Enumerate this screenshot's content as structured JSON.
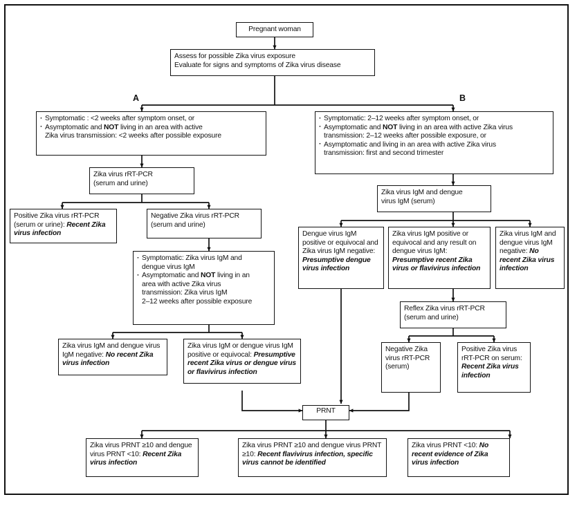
{
  "figure": {
    "type": "clinical-algorithm-flowchart",
    "branch_labels": {
      "a": "A",
      "b": "B"
    }
  },
  "nodes": {
    "pregnant_woman": "Pregnant woman",
    "assess_line1": "Assess for possible Zika virus exposure",
    "assess_line2": "Evaluate for signs and symptoms of Zika virus disease",
    "branch_a_b1": "Symptomatic : <2 weeks after symptom onset, or",
    "branch_a_b2_p1": "Asymptomatic and ",
    "branch_a_b2_bold": "NOT",
    "branch_a_b2_p2": " living in an area with active",
    "branch_a_b2_p3": "Zika virus transmission: <2 weeks after possible exposure",
    "branch_b_b1": "Symptomatic: 2–12 weeks after symptom onset, or",
    "branch_b_b2_p1": "Asymptomatic and ",
    "branch_b_b2_bold": "NOT",
    "branch_b_b2_p2": " living in an area with active Zika virus",
    "branch_b_b2_p3": "transmission: 2–12 weeks after possible exposure, or",
    "branch_b_b3_p1": "Asymptomatic and living in an area with active Zika virus",
    "branch_b_b3_p2": "transmission: first and second trimester",
    "zika_rtpcr_l1": "Zika virus rRT-PCR",
    "zika_rtpcr_l2": "(serum and urine)",
    "igm_serum_l1": "Zika virus IgM and dengue",
    "igm_serum_l2": "virus IgM (serum)",
    "positive_rtpcr_plain": "Positive Zika virus rRT-PCR (serum or urine): ",
    "positive_rtpcr_italic": "Recent Zika virus infection",
    "negative_rtpcr_l1": "Negative Zika virus rRT-PCR",
    "negative_rtpcr_l2": "(serum and urine)",
    "symptomatic_igm_b1_p1": "Symptomatic: Zika virus IgM and",
    "symptomatic_igm_b1_p2": "dengue virus IgM",
    "symptomatic_igm_b2_p1": "Asymptomatic and ",
    "symptomatic_igm_b2_bold": "NOT",
    "symptomatic_igm_b2_p2": " living in an",
    "symptomatic_igm_b2_p3": "area with active Zika virus",
    "symptomatic_igm_b2_p4": "transmission: Zika virus IgM",
    "symptomatic_igm_b2_p5": "2–12 weeks after possible exposure",
    "dengue_pos_plain": "Dengue virus IgM positive or equivocal and Zika virus IgM negative: ",
    "dengue_pos_italic": "Presumptive dengue virus infection",
    "zika_pos_plain": "Zika virus IgM positive or equivocal and  any result on dengue virus IgM: ",
    "zika_pos_italic": "Presumptive recent Zika virus or flavivirus infection",
    "both_neg_plain": "Zika virus IgM and dengue virus IgM negative: ",
    "both_neg_italic": "No recent Zika virus infection",
    "reflex_l1": "Reflex Zika virus rRT-PCR",
    "reflex_l2": "(serum and urine)",
    "reflex_neg_l1": "Negative Zika",
    "reflex_neg_l2": "virus rRT-PCR",
    "reflex_neg_l3": "(serum)",
    "reflex_pos_plain": "Positive Zika virus rRT-PCR on serum: ",
    "reflex_pos_italic": "Recent Zika virus infection",
    "igm_both_neg_plain": "Zika virus IgM and dengue virus IgM negative: ",
    "igm_both_neg_italic": "No recent Zika virus infection",
    "igm_pos_plain": "Zika virus IgM or dengue virus IgM positive or equivocal: ",
    "igm_pos_italic": "Presumptive recent Zika virus or dengue virus or flavivirus infection",
    "prnt": "PRNT",
    "prnt_result1_plain": "Zika virus PRNT ≥10 and dengue virus PRNT <10: ",
    "prnt_result1_italic": "Recent Zika virus infection",
    "prnt_result2_plain": "Zika virus PRNT ≥10 and dengue virus PRNT ≥10: ",
    "prnt_result2_italic": "Recent flavivirus infection, specific virus cannot be identified",
    "prnt_result3_plain": "Zika virus PRNT <10: ",
    "prnt_result3_italic": "No recent evidence of Zika virus infection"
  },
  "colors": {
    "ink": "#111111",
    "background": "#ffffff",
    "border": "#111111"
  }
}
